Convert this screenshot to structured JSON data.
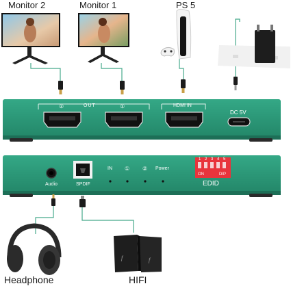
{
  "devices": {
    "monitor_2": "Monitor 2",
    "monitor_1": "Monitor 1",
    "ps5": "PS 5",
    "headphone": "Headphone",
    "hifi": "HIFI"
  },
  "front_panel": {
    "out_label": "OUT",
    "out_port_1": "①",
    "out_port_2": "②",
    "hdmi_in_label": "HDMI IN",
    "dc_label": "DC 5V"
  },
  "back_panel": {
    "audio_label": "Audio",
    "spdif_label": "SPDIF",
    "led_in": "IN",
    "led_1": "①",
    "led_2": "②",
    "led_power": "Power",
    "dip_numbers": [
      "1",
      "2",
      "3",
      "4",
      "5"
    ],
    "dip_on": "ON",
    "dip_dip": "DIP",
    "edid_label": "EDID"
  },
  "colors": {
    "panel_green": "#2c9b7c",
    "panel_dark": "#1f7a61",
    "dip_red": "#e8343c",
    "cable_green": "#46a98b"
  }
}
